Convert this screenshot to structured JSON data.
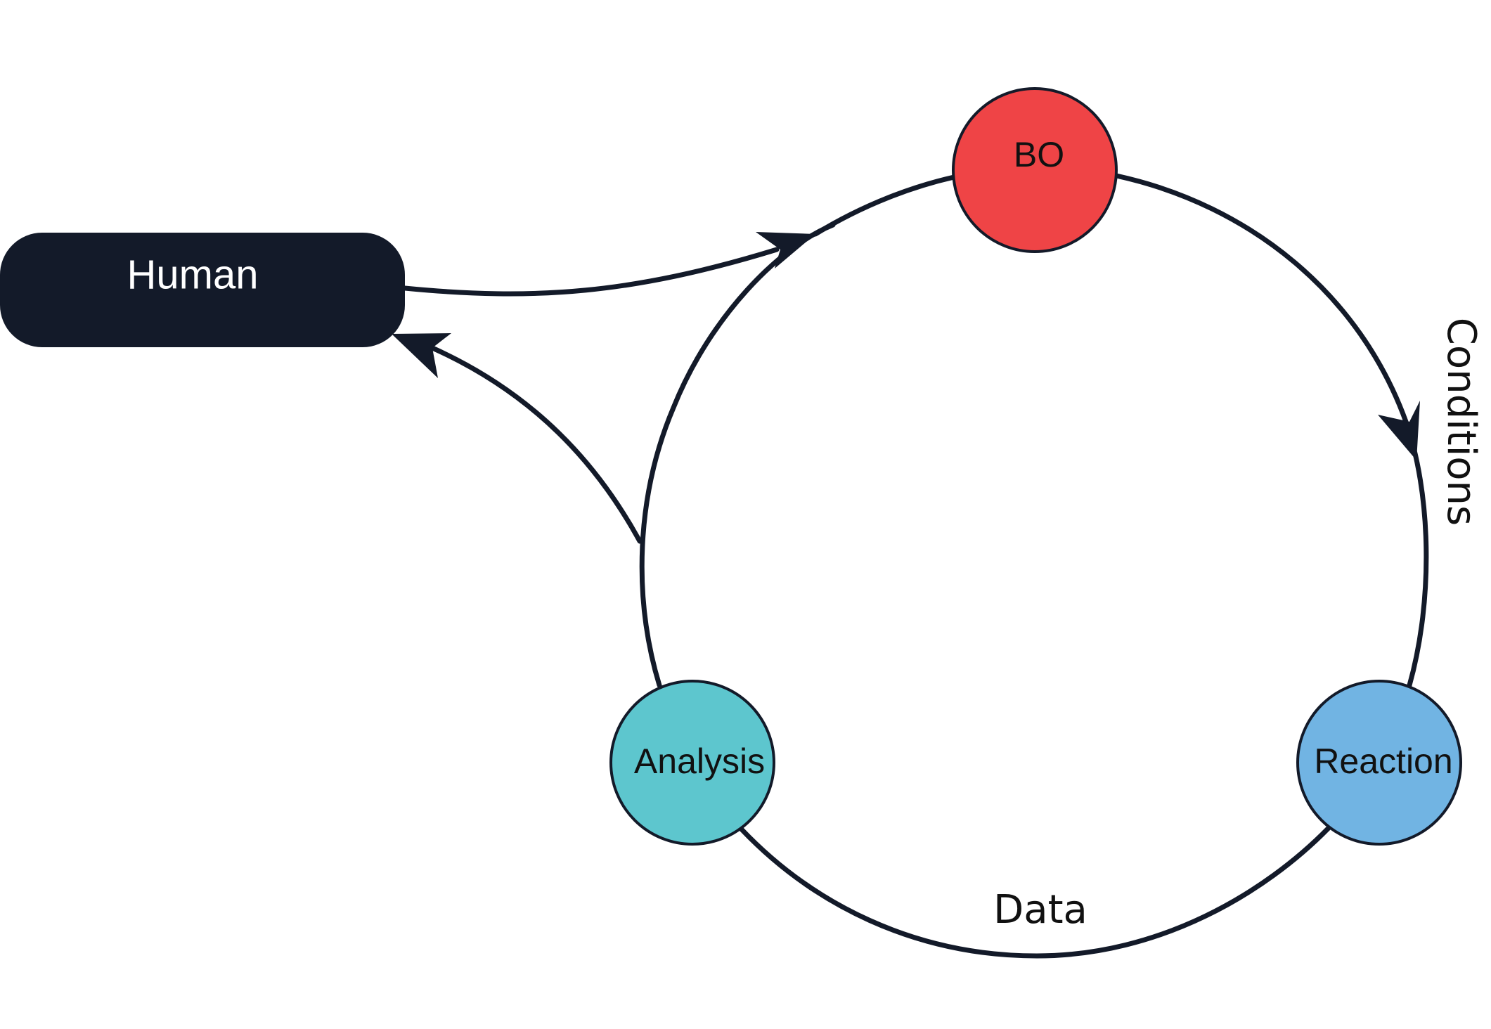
{
  "colors": {
    "stroke": "#131a29",
    "human_fill": "#131a29",
    "human_text": "#ffffff",
    "label_text": "#111111",
    "bo_fill": "#ef4446",
    "analysis_fill": "#5dc6ce",
    "reaction_fill": "#71b4e3"
  },
  "nodes": {
    "human": {
      "label": "Human"
    },
    "bo": {
      "label": "BO"
    },
    "analysis": {
      "label": "Analysis"
    },
    "reaction": {
      "label": "Reaction"
    }
  },
  "edges": {
    "conditions": {
      "label": "Conditions"
    },
    "data": {
      "label": "Data"
    }
  }
}
